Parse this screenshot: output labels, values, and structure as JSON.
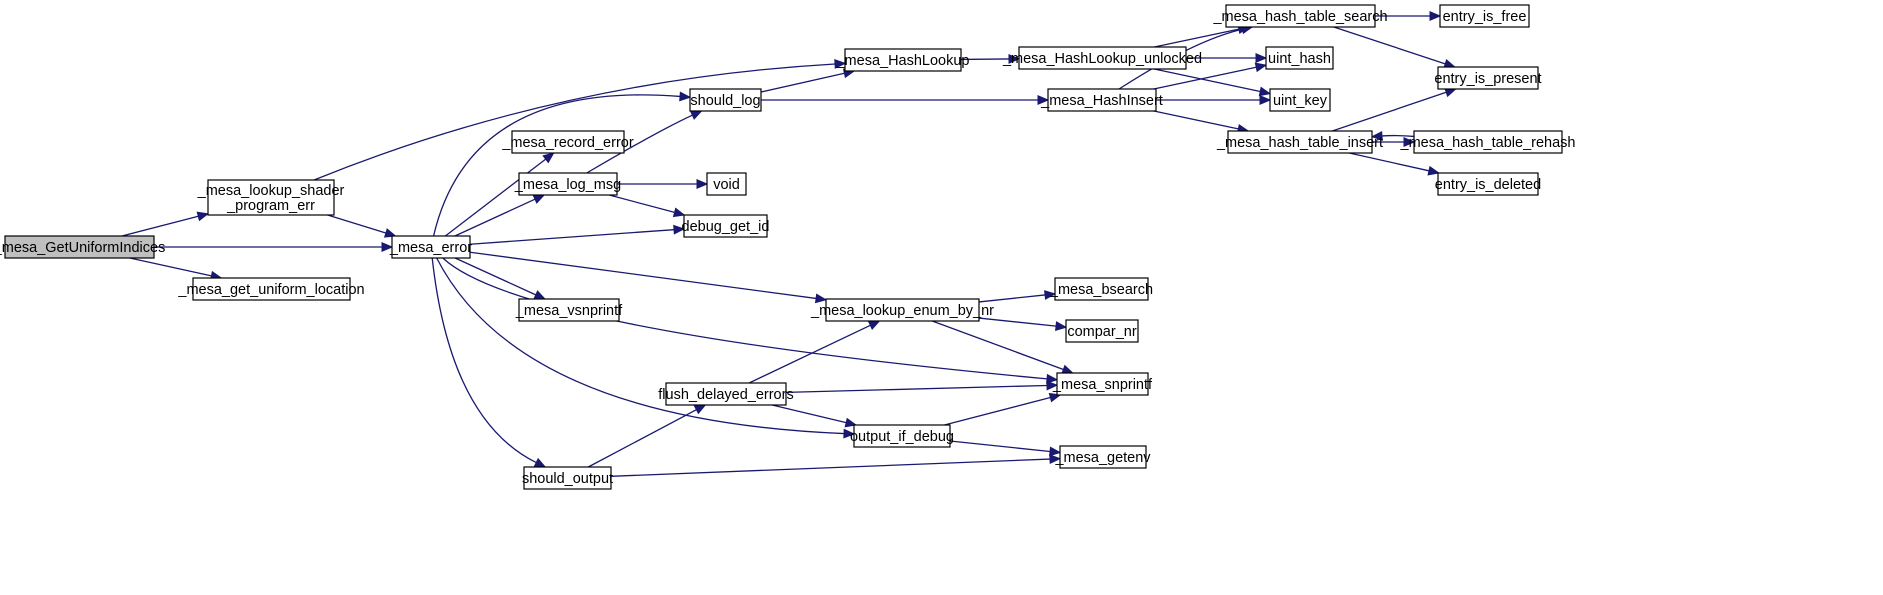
{
  "graph": {
    "nodes": [
      {
        "id": "get_uniform_indices",
        "label": "_mesa_GetUniformIndices",
        "root": true
      },
      {
        "id": "lookup_shader_program_err",
        "label": "_mesa_lookup_shader\n_program_err"
      },
      {
        "id": "get_uniform_location",
        "label": "_mesa_get_uniform_location"
      },
      {
        "id": "mesa_error",
        "label": "_mesa_error"
      },
      {
        "id": "hash_lookup",
        "label": "_mesa_HashLookup"
      },
      {
        "id": "should_log",
        "label": "should_log"
      },
      {
        "id": "record_error",
        "label": "_mesa_record_error"
      },
      {
        "id": "log_msg",
        "label": "_mesa_log_msg"
      },
      {
        "id": "debug_get_id",
        "label": "debug_get_id"
      },
      {
        "id": "vsnprintf",
        "label": "_mesa_vsnprintf"
      },
      {
        "id": "void",
        "label": "void"
      },
      {
        "id": "flush_delayed_errors",
        "label": "flush_delayed_errors"
      },
      {
        "id": "should_output",
        "label": "should_output"
      },
      {
        "id": "output_if_debug",
        "label": "output_if_debug"
      },
      {
        "id": "lookup_enum_by_nr",
        "label": "_mesa_lookup_enum_by_nr"
      },
      {
        "id": "hash_lookup_unlocked",
        "label": "_mesa_HashLookup_unlocked"
      },
      {
        "id": "hash_insert",
        "label": "_mesa_HashInsert"
      },
      {
        "id": "bsearch",
        "label": "_mesa_bsearch"
      },
      {
        "id": "compar_nr",
        "label": "compar_nr"
      },
      {
        "id": "snprintf",
        "label": "_mesa_snprintf"
      },
      {
        "id": "getenv",
        "label": "_mesa_getenv"
      },
      {
        "id": "hash_table_search",
        "label": "_mesa_hash_table_search"
      },
      {
        "id": "uint_hash",
        "label": "uint_hash"
      },
      {
        "id": "uint_key",
        "label": "uint_key"
      },
      {
        "id": "hash_table_insert",
        "label": "_mesa_hash_table_insert"
      },
      {
        "id": "entry_is_free",
        "label": "entry_is_free"
      },
      {
        "id": "entry_is_present",
        "label": "entry_is_present"
      },
      {
        "id": "hash_table_rehash",
        "label": "_mesa_hash_table_rehash"
      },
      {
        "id": "entry_is_deleted",
        "label": "entry_is_deleted"
      }
    ],
    "edges": [
      [
        "get_uniform_indices",
        "lookup_shader_program_err"
      ],
      [
        "get_uniform_indices",
        "mesa_error"
      ],
      [
        "get_uniform_indices",
        "get_uniform_location"
      ],
      [
        "lookup_shader_program_err",
        "hash_lookup"
      ],
      [
        "lookup_shader_program_err",
        "mesa_error"
      ],
      [
        "mesa_error",
        "should_log"
      ],
      [
        "mesa_error",
        "record_error"
      ],
      [
        "mesa_error",
        "log_msg"
      ],
      [
        "mesa_error",
        "debug_get_id"
      ],
      [
        "mesa_error",
        "vsnprintf"
      ],
      [
        "mesa_error",
        "lookup_enum_by_nr"
      ],
      [
        "mesa_error",
        "snprintf"
      ],
      [
        "mesa_error",
        "output_if_debug"
      ],
      [
        "mesa_error",
        "should_output"
      ],
      [
        "should_log",
        "hash_lookup"
      ],
      [
        "should_log",
        "hash_insert"
      ],
      [
        "log_msg",
        "should_log"
      ],
      [
        "log_msg",
        "void"
      ],
      [
        "log_msg",
        "debug_get_id"
      ],
      [
        "hash_lookup",
        "hash_lookup_unlocked"
      ],
      [
        "hash_lookup_unlocked",
        "hash_table_search"
      ],
      [
        "hash_lookup_unlocked",
        "uint_hash"
      ],
      [
        "hash_lookup_unlocked",
        "uint_key"
      ],
      [
        "hash_insert",
        "hash_table_search"
      ],
      [
        "hash_insert",
        "uint_hash"
      ],
      [
        "hash_insert",
        "uint_key"
      ],
      [
        "hash_insert",
        "hash_table_insert"
      ],
      [
        "hash_table_search",
        "entry_is_free"
      ],
      [
        "hash_table_search",
        "entry_is_present"
      ],
      [
        "hash_table_insert",
        "entry_is_present"
      ],
      [
        "hash_table_insert",
        "hash_table_rehash"
      ],
      [
        "hash_table_insert",
        "entry_is_deleted"
      ],
      [
        "hash_table_rehash",
        "hash_table_insert"
      ],
      [
        "lookup_enum_by_nr",
        "bsearch"
      ],
      [
        "lookup_enum_by_nr",
        "compar_nr"
      ],
      [
        "lookup_enum_by_nr",
        "snprintf"
      ],
      [
        "flush_delayed_errors",
        "lookup_enum_by_nr"
      ],
      [
        "flush_delayed_errors",
        "snprintf"
      ],
      [
        "flush_delayed_errors",
        "output_if_debug"
      ],
      [
        "should_output",
        "flush_delayed_errors"
      ],
      [
        "should_output",
        "getenv"
      ],
      [
        "output_if_debug",
        "snprintf"
      ],
      [
        "output_if_debug",
        "getenv"
      ]
    ]
  },
  "colors": {
    "edge": "#191970",
    "node_border": "#000000",
    "root_fill": "#bfbfbf",
    "node_fill": "#ffffff"
  }
}
